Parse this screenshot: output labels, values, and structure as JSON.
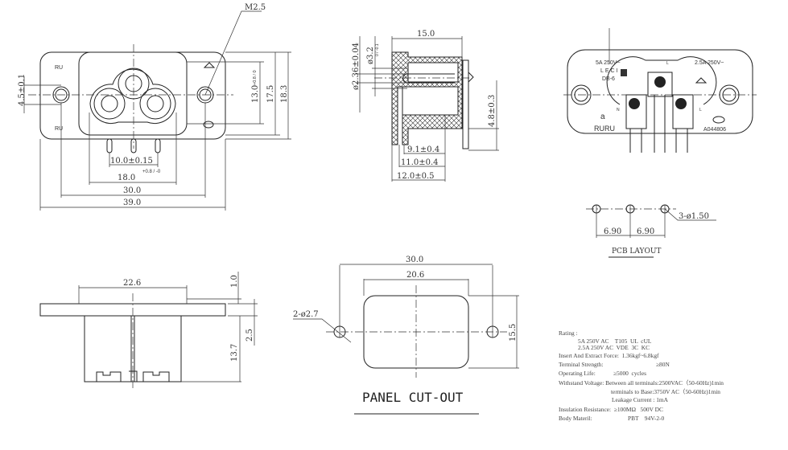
{
  "front_view": {
    "screw_label": "M2.5",
    "dim_screw_height": "4.5±0.1",
    "dim_pin_pitch": "10.0±0.15",
    "dim_body_width": "18.0",
    "dim_body_width_tol": "+0.8 / -0",
    "dim_hole_pitch": "30.0",
    "dim_overall_width": "39.0",
    "dim_inner_height": "13.0",
    "dim_inner_height_tol": "+0.8 / 0",
    "dim_height_1": "17.5",
    "dim_height_2": "18.3"
  },
  "side_view": {
    "dim_depth": "15.0",
    "dim_pin_dia": "ø2.36±0.04",
    "dim_hole_dia": "ø3.2",
    "dim_hole_dia_tol": "0 / -0.1",
    "dim_pin_offset": "4.8±0.3",
    "dim_a": "9.1±0.4",
    "dim_b": "11.0±0.4",
    "dim_c": "12.0±0.5"
  },
  "rear_view": {
    "rating_left": "5A 250V~",
    "brand": "LECI",
    "model": "DB-6",
    "rating_right": "2.5A 250V~",
    "mark_a": "a",
    "pin_n": "N",
    "pin_l_top": "L",
    "pin_l": "L",
    "cert_code": "A044806"
  },
  "pcb_layout": {
    "hole_label": "3-ø1.50",
    "pitch_1": "6.90",
    "pitch_2": "6.90",
    "title": "PCB LAYOUT"
  },
  "bottom_view": {
    "dim_width": "22.6",
    "dim_flange": "1.0",
    "dim_step": "2.5",
    "dim_depth": "13.7"
  },
  "panel_cutout": {
    "dim_hole_pitch": "30.0",
    "dim_cut_width": "20.6",
    "dim_cut_height": "15.5",
    "hole_label": "2-ø2.7",
    "title": "PANEL CUT-OUT"
  },
  "specs": {
    "rating_label": "Rating :",
    "rating_1": "5A 250V AC    T105  UL  cUL",
    "rating_2": "2.5A 250V AC  VDE  3C  KC",
    "force": "Insert And Extract Force:  1.36kgf~6.8kgf",
    "terminal_label": "Terminal  Strength:",
    "terminal_value": "≥80N",
    "life_label": "Operating Life:",
    "life_value": "≥5000  cycles",
    "withstand_1": "Withstand Voltage: Between all terminals:2500VAC（50-60Hz)1min",
    "withstand_2": "terminals to Base:3750V AC（50-60Hz)1min",
    "leakage": "Leakage Current :  1mA",
    "insulation": "Insulation Resistance:  ≥100MΩ   500V DC",
    "body_label": "Body Materil:",
    "body_value": "PBT    94V-2-0"
  }
}
